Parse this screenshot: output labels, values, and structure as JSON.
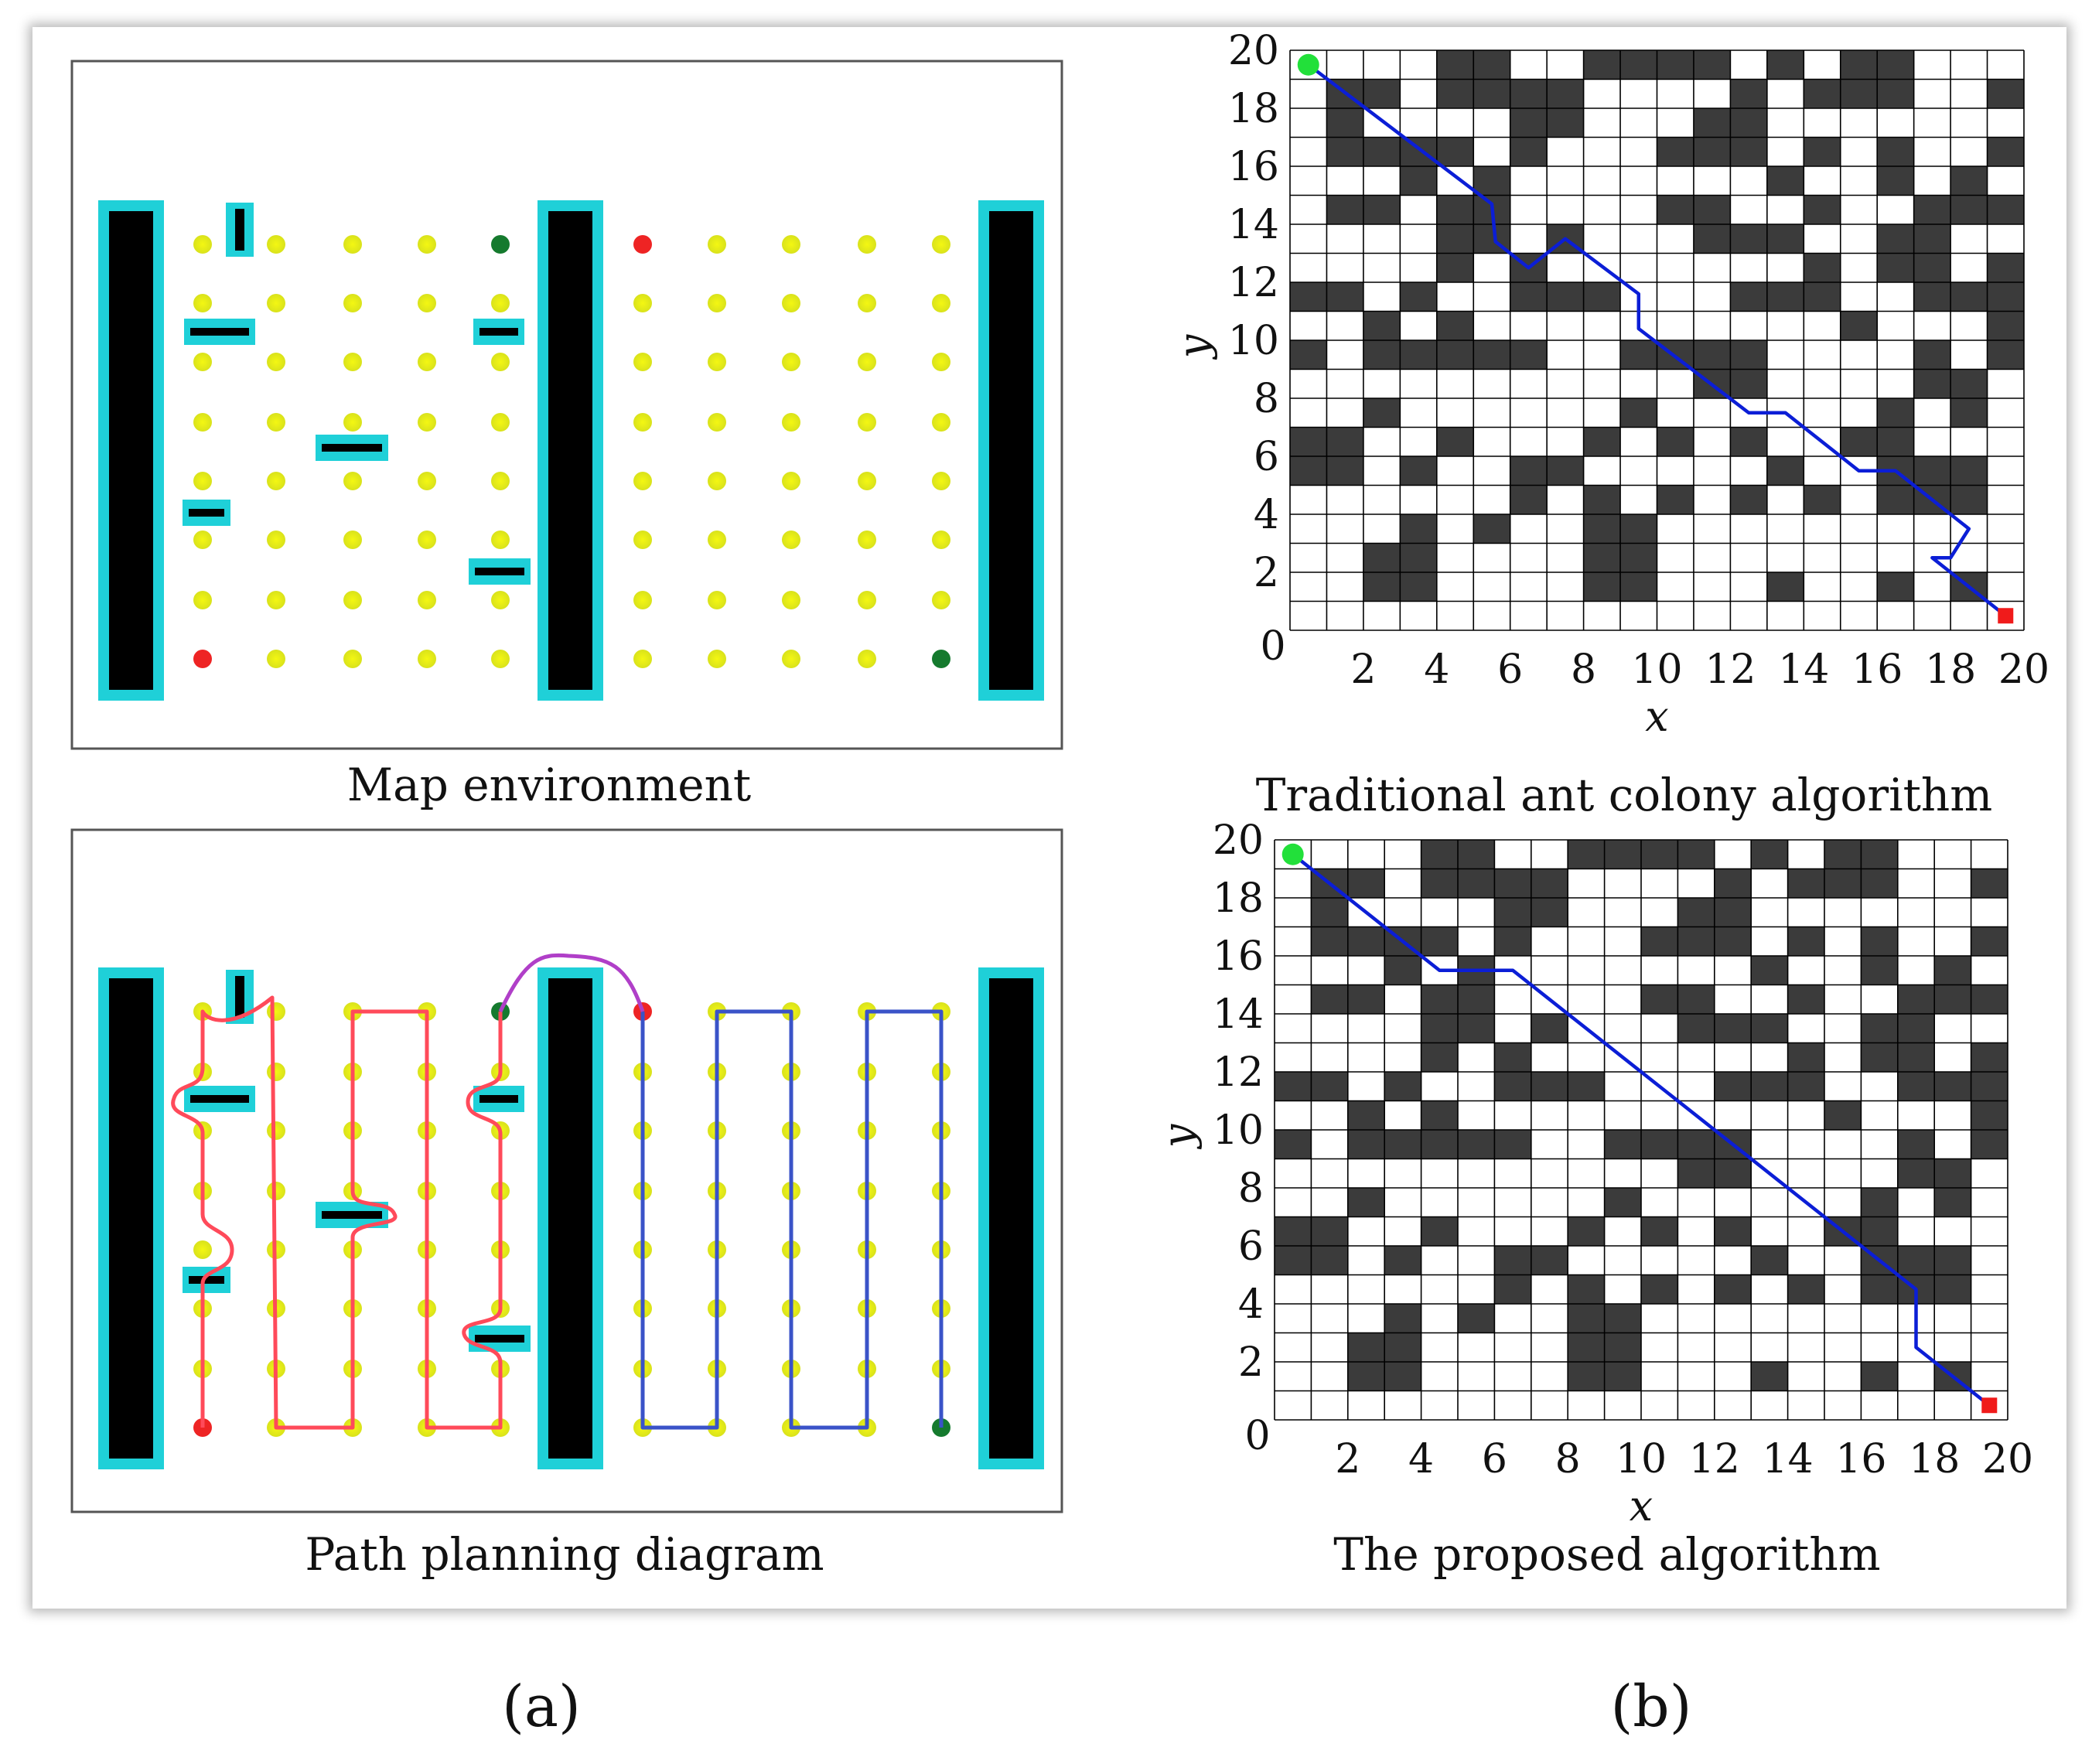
{
  "colors": {
    "wall_fill": "#000000",
    "wall_border": "#1fd0d8",
    "waypoint": "#e6ec14",
    "start_red": "#ee2424",
    "end_green": "#157a2e",
    "path_red": "#ff4a5a",
    "path_blue": "#3a53c8",
    "path_magenta": "#b03fc8",
    "grid_obstacle": "#3b3b3b",
    "grid_line": "#000000",
    "route_blue": "#0b1ed6",
    "grid_start": "#22e03a",
    "grid_goal": "#f01b1b"
  },
  "panel_a": {
    "label": "(a)",
    "map_caption": "Map environment",
    "path_caption": "Path planning diagram"
  },
  "panel_b": {
    "label": "(b)",
    "traditional_caption": "Traditional ant colony algorithm",
    "proposed_caption": "The proposed algorithm",
    "x_label": "x",
    "y_label": "y",
    "x_ticks": [
      "0",
      "2",
      "4",
      "6",
      "8",
      "10",
      "12",
      "14",
      "16",
      "18",
      "20"
    ],
    "y_ticks": [
      "0",
      "2",
      "4",
      "6",
      "8",
      "10",
      "12",
      "14",
      "16",
      "18",
      "20"
    ]
  },
  "chart_data": [
    {
      "type": "scatter",
      "title": "Traditional ant colony algorithm",
      "xlabel": "x",
      "ylabel": "y",
      "xlim": [
        0,
        20
      ],
      "ylim": [
        0,
        20
      ],
      "grid": true,
      "obstacles": [
        [
          2,
          1
        ],
        [
          3,
          1
        ],
        [
          2,
          2
        ],
        [
          3,
          2
        ],
        [
          8,
          1
        ],
        [
          9,
          1
        ],
        [
          8,
          2
        ],
        [
          9,
          2
        ],
        [
          8,
          3
        ],
        [
          9,
          3
        ],
        [
          13,
          1
        ],
        [
          13,
          5
        ],
        [
          16,
          1
        ],
        [
          18,
          1
        ],
        [
          16,
          4
        ],
        [
          17,
          4
        ],
        [
          18,
          4
        ],
        [
          18,
          5
        ],
        [
          3,
          3
        ],
        [
          5,
          3
        ],
        [
          6,
          4
        ],
        [
          8,
          4
        ],
        [
          10,
          4
        ],
        [
          12,
          4
        ],
        [
          14,
          4
        ],
        [
          16,
          5
        ],
        [
          17,
          5
        ],
        [
          0,
          5
        ],
        [
          1,
          5
        ],
        [
          0,
          6
        ],
        [
          1,
          6
        ],
        [
          3,
          5
        ],
        [
          6,
          5
        ],
        [
          7,
          5
        ],
        [
          4,
          6
        ],
        [
          8,
          6
        ],
        [
          10,
          6
        ],
        [
          12,
          6
        ],
        [
          15,
          6
        ],
        [
          16,
          6
        ],
        [
          16,
          7
        ],
        [
          18,
          7
        ],
        [
          2,
          7
        ],
        [
          9,
          7
        ],
        [
          11,
          8
        ],
        [
          12,
          8
        ],
        [
          17,
          8
        ],
        [
          18,
          8
        ],
        [
          0,
          9
        ],
        [
          2,
          9
        ],
        [
          3,
          9
        ],
        [
          4,
          9
        ],
        [
          5,
          9
        ],
        [
          6,
          9
        ],
        [
          9,
          9
        ],
        [
          10,
          9
        ],
        [
          11,
          9
        ],
        [
          12,
          9
        ],
        [
          17,
          9
        ],
        [
          19,
          9
        ],
        [
          2,
          10
        ],
        [
          4,
          10
        ],
        [
          15,
          10
        ],
        [
          19,
          10
        ],
        [
          0,
          11
        ],
        [
          1,
          11
        ],
        [
          3,
          11
        ],
        [
          6,
          11
        ],
        [
          7,
          11
        ],
        [
          8,
          11
        ],
        [
          12,
          11
        ],
        [
          13,
          11
        ],
        [
          14,
          11
        ],
        [
          17,
          11
        ],
        [
          18,
          11
        ],
        [
          19,
          11
        ],
        [
          4,
          12
        ],
        [
          6,
          12
        ],
        [
          14,
          12
        ],
        [
          16,
          12
        ],
        [
          17,
          12
        ],
        [
          19,
          12
        ],
        [
          4,
          13
        ],
        [
          5,
          13
        ],
        [
          7,
          13
        ],
        [
          11,
          13
        ],
        [
          12,
          13
        ],
        [
          13,
          13
        ],
        [
          16,
          13
        ],
        [
          17,
          13
        ],
        [
          1,
          14
        ],
        [
          2,
          14
        ],
        [
          4,
          14
        ],
        [
          5,
          14
        ],
        [
          10,
          14
        ],
        [
          11,
          14
        ],
        [
          14,
          14
        ],
        [
          17,
          14
        ],
        [
          18,
          14
        ],
        [
          19,
          14
        ],
        [
          3,
          15
        ],
        [
          5,
          15
        ],
        [
          13,
          15
        ],
        [
          16,
          15
        ],
        [
          18,
          15
        ],
        [
          1,
          16
        ],
        [
          2,
          16
        ],
        [
          3,
          16
        ],
        [
          4,
          16
        ],
        [
          6,
          16
        ],
        [
          10,
          16
        ],
        [
          11,
          16
        ],
        [
          12,
          16
        ],
        [
          14,
          16
        ],
        [
          16,
          16
        ],
        [
          19,
          16
        ],
        [
          1,
          17
        ],
        [
          6,
          17
        ],
        [
          7,
          17
        ],
        [
          11,
          17
        ],
        [
          12,
          17
        ],
        [
          1,
          18
        ],
        [
          2,
          18
        ],
        [
          4,
          18
        ],
        [
          5,
          18
        ],
        [
          6,
          18
        ],
        [
          7,
          18
        ],
        [
          12,
          18
        ],
        [
          14,
          18
        ],
        [
          15,
          18
        ],
        [
          16,
          18
        ],
        [
          19,
          18
        ],
        [
          4,
          19
        ],
        [
          5,
          19
        ],
        [
          8,
          19
        ],
        [
          9,
          19
        ],
        [
          10,
          19
        ],
        [
          11,
          19
        ],
        [
          13,
          19
        ],
        [
          15,
          19
        ],
        [
          16,
          19
        ]
      ],
      "start": [
        0.5,
        19.5
      ],
      "goal": [
        19.5,
        0.5
      ],
      "route": [
        [
          0.5,
          19.5
        ],
        [
          5.5,
          14.7
        ],
        [
          5.6,
          13.4
        ],
        [
          6.5,
          12.5
        ],
        [
          7.5,
          13.5
        ],
        [
          9.5,
          11.6
        ],
        [
          9.5,
          10.4
        ],
        [
          12.5,
          7.5
        ],
        [
          13.5,
          7.5
        ],
        [
          15.5,
          5.5
        ],
        [
          16.5,
          5.5
        ],
        [
          18.5,
          3.5
        ],
        [
          18,
          2.5
        ],
        [
          17.5,
          2.5
        ],
        [
          19.5,
          0.5
        ]
      ]
    },
    {
      "type": "scatter",
      "title": "The proposed algorithm",
      "xlabel": "x",
      "ylabel": "y",
      "xlim": [
        0,
        20
      ],
      "ylim": [
        0,
        20
      ],
      "grid": true,
      "obstacles": [
        [
          2,
          1
        ],
        [
          3,
          1
        ],
        [
          2,
          2
        ],
        [
          3,
          2
        ],
        [
          8,
          1
        ],
        [
          9,
          1
        ],
        [
          8,
          2
        ],
        [
          9,
          2
        ],
        [
          8,
          3
        ],
        [
          9,
          3
        ],
        [
          13,
          1
        ],
        [
          13,
          5
        ],
        [
          16,
          1
        ],
        [
          18,
          1
        ],
        [
          16,
          4
        ],
        [
          17,
          4
        ],
        [
          18,
          4
        ],
        [
          18,
          5
        ],
        [
          3,
          3
        ],
        [
          5,
          3
        ],
        [
          6,
          4
        ],
        [
          8,
          4
        ],
        [
          10,
          4
        ],
        [
          12,
          4
        ],
        [
          14,
          4
        ],
        [
          16,
          5
        ],
        [
          17,
          5
        ],
        [
          0,
          5
        ],
        [
          1,
          5
        ],
        [
          0,
          6
        ],
        [
          1,
          6
        ],
        [
          3,
          5
        ],
        [
          6,
          5
        ],
        [
          7,
          5
        ],
        [
          4,
          6
        ],
        [
          8,
          6
        ],
        [
          10,
          6
        ],
        [
          12,
          6
        ],
        [
          15,
          6
        ],
        [
          16,
          6
        ],
        [
          16,
          7
        ],
        [
          18,
          7
        ],
        [
          2,
          7
        ],
        [
          9,
          7
        ],
        [
          11,
          8
        ],
        [
          12,
          8
        ],
        [
          17,
          8
        ],
        [
          18,
          8
        ],
        [
          0,
          9
        ],
        [
          2,
          9
        ],
        [
          3,
          9
        ],
        [
          4,
          9
        ],
        [
          5,
          9
        ],
        [
          6,
          9
        ],
        [
          9,
          9
        ],
        [
          10,
          9
        ],
        [
          11,
          9
        ],
        [
          12,
          9
        ],
        [
          17,
          9
        ],
        [
          19,
          9
        ],
        [
          2,
          10
        ],
        [
          4,
          10
        ],
        [
          15,
          10
        ],
        [
          19,
          10
        ],
        [
          0,
          11
        ],
        [
          1,
          11
        ],
        [
          3,
          11
        ],
        [
          6,
          11
        ],
        [
          7,
          11
        ],
        [
          8,
          11
        ],
        [
          12,
          11
        ],
        [
          13,
          11
        ],
        [
          14,
          11
        ],
        [
          17,
          11
        ],
        [
          18,
          11
        ],
        [
          19,
          11
        ],
        [
          4,
          12
        ],
        [
          6,
          12
        ],
        [
          14,
          12
        ],
        [
          16,
          12
        ],
        [
          17,
          12
        ],
        [
          19,
          12
        ],
        [
          4,
          13
        ],
        [
          5,
          13
        ],
        [
          7,
          13
        ],
        [
          11,
          13
        ],
        [
          12,
          13
        ],
        [
          13,
          13
        ],
        [
          16,
          13
        ],
        [
          17,
          13
        ],
        [
          1,
          14
        ],
        [
          2,
          14
        ],
        [
          4,
          14
        ],
        [
          5,
          14
        ],
        [
          10,
          14
        ],
        [
          11,
          14
        ],
        [
          14,
          14
        ],
        [
          17,
          14
        ],
        [
          18,
          14
        ],
        [
          19,
          14
        ],
        [
          3,
          15
        ],
        [
          5,
          15
        ],
        [
          13,
          15
        ],
        [
          16,
          15
        ],
        [
          18,
          15
        ],
        [
          1,
          16
        ],
        [
          2,
          16
        ],
        [
          3,
          16
        ],
        [
          4,
          16
        ],
        [
          6,
          16
        ],
        [
          10,
          16
        ],
        [
          11,
          16
        ],
        [
          12,
          16
        ],
        [
          14,
          16
        ],
        [
          16,
          16
        ],
        [
          19,
          16
        ],
        [
          1,
          17
        ],
        [
          6,
          17
        ],
        [
          7,
          17
        ],
        [
          11,
          17
        ],
        [
          12,
          17
        ],
        [
          1,
          18
        ],
        [
          2,
          18
        ],
        [
          4,
          18
        ],
        [
          5,
          18
        ],
        [
          6,
          18
        ],
        [
          7,
          18
        ],
        [
          12,
          18
        ],
        [
          14,
          18
        ],
        [
          15,
          18
        ],
        [
          16,
          18
        ],
        [
          19,
          18
        ],
        [
          4,
          19
        ],
        [
          5,
          19
        ],
        [
          8,
          19
        ],
        [
          9,
          19
        ],
        [
          10,
          19
        ],
        [
          11,
          19
        ],
        [
          13,
          19
        ],
        [
          15,
          19
        ],
        [
          16,
          19
        ]
      ],
      "start": [
        0.5,
        19.5
      ],
      "goal": [
        19.5,
        0.5
      ],
      "route": [
        [
          0.5,
          19.5
        ],
        [
          4.5,
          15.5
        ],
        [
          6.5,
          15.5
        ],
        [
          17.5,
          4.5
        ],
        [
          17.5,
          2.5
        ],
        [
          19.5,
          0.5
        ]
      ]
    }
  ]
}
